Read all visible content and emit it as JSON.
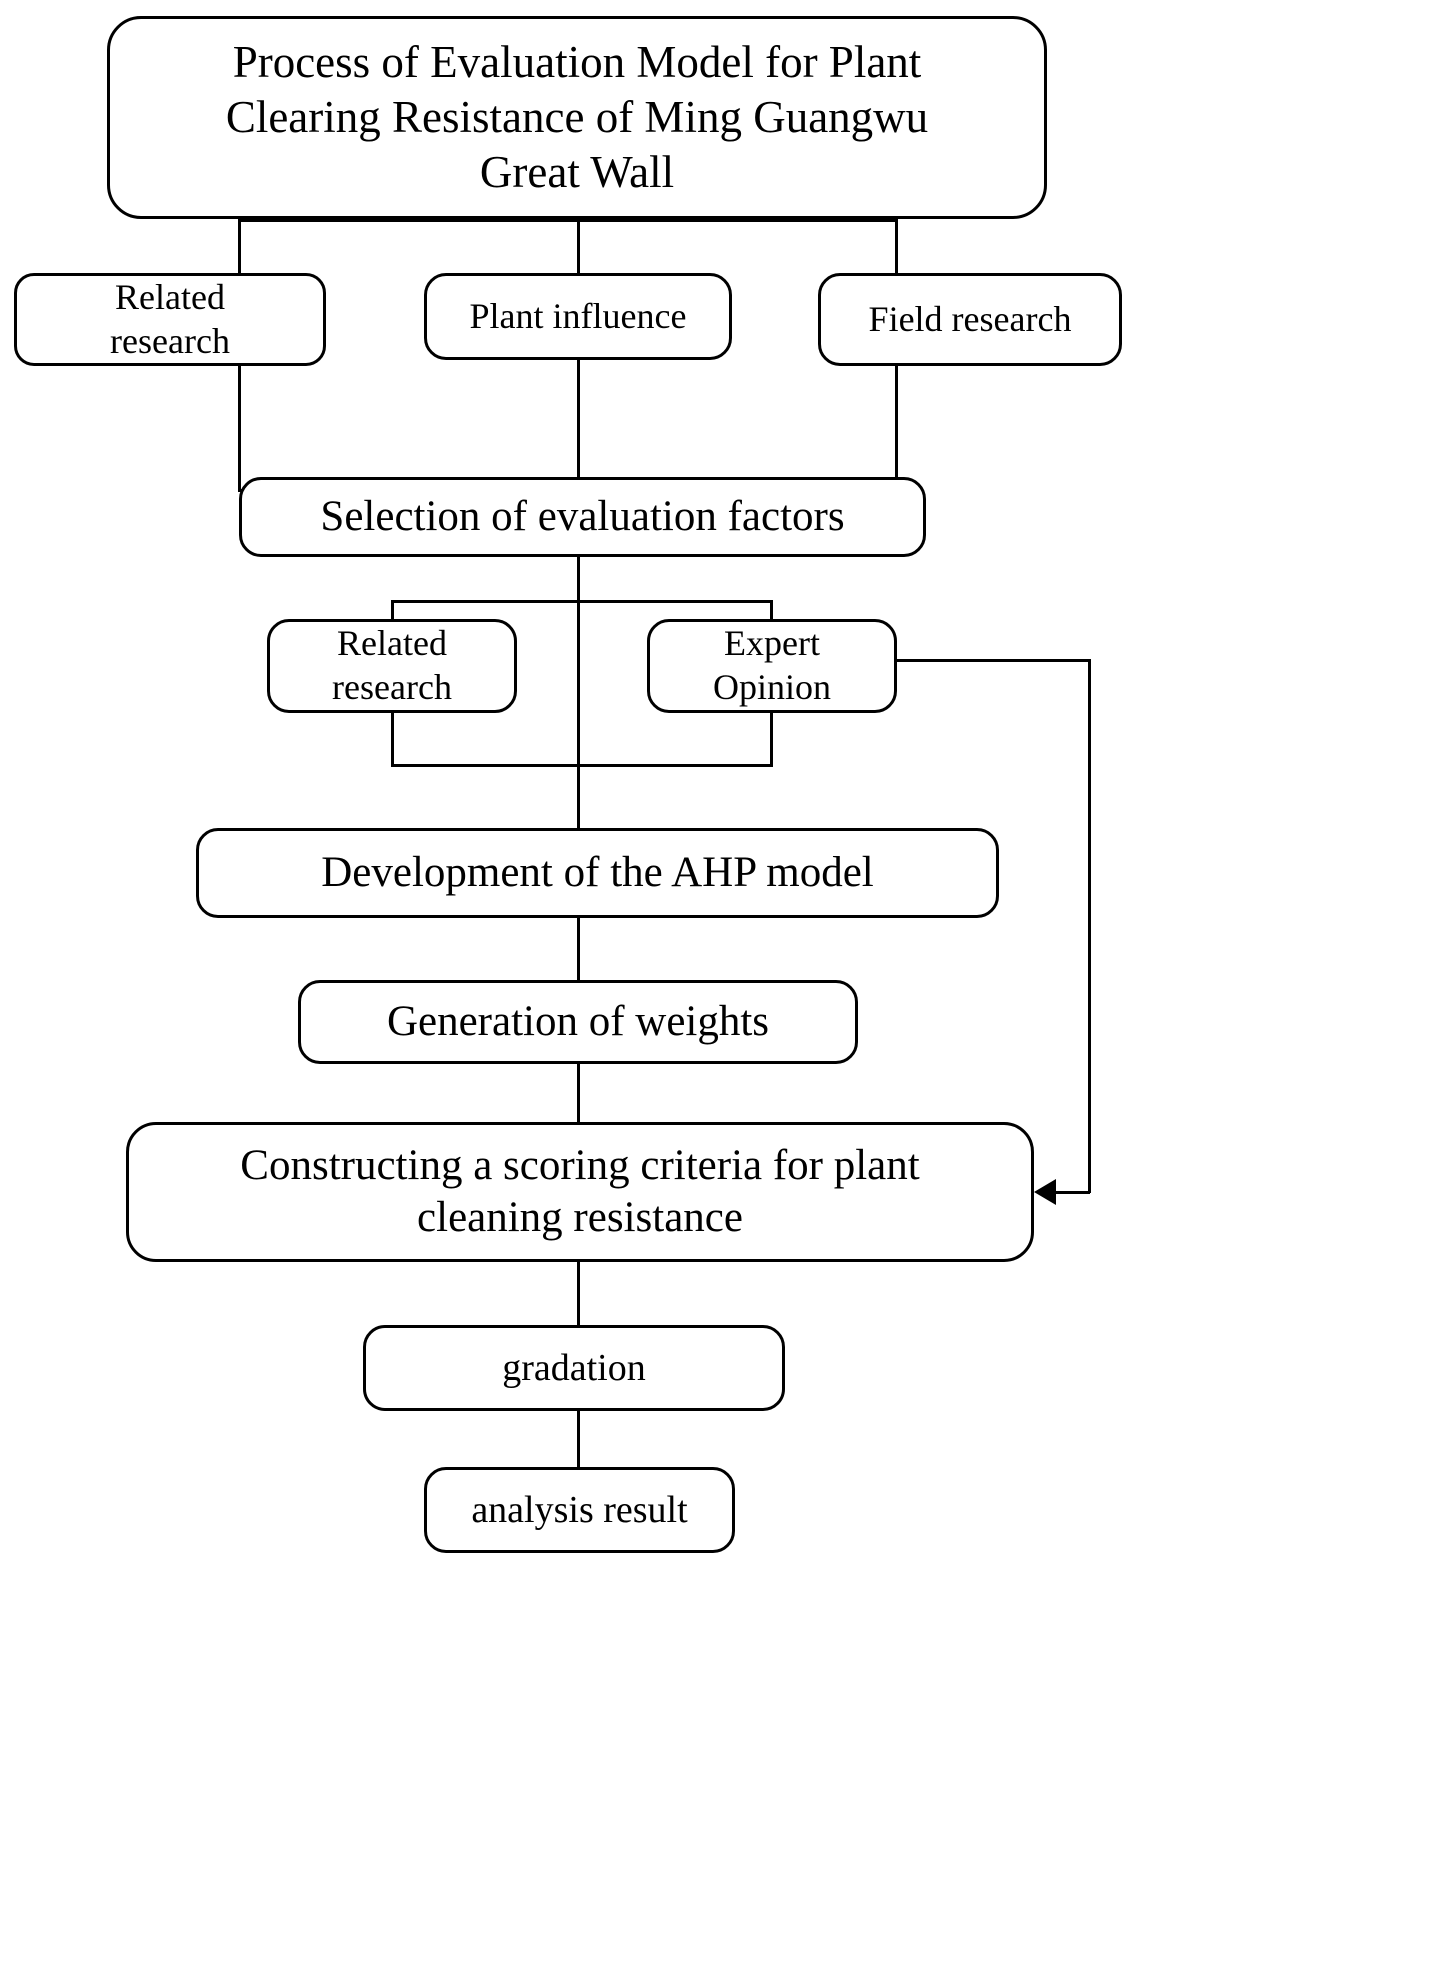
{
  "diagram": {
    "type": "flowchart",
    "title_node": "Process of Evaluation Model for Plant Clearing Resistance of Ming Guangwu Great Wall",
    "nodes": {
      "title": {
        "line1": "Process of Evaluation Model for Plant",
        "line2": "Clearing Resistance of Ming Guangwu",
        "line3": "Great Wall"
      },
      "related_research_1": {
        "line1": "Related",
        "line2": "research"
      },
      "plant_influence": {
        "line1": "Plant influence"
      },
      "field_research": {
        "line1": "Field research"
      },
      "selection": {
        "line1": "Selection of evaluation factors"
      },
      "related_research_2": {
        "line1": "Related",
        "line2": "research"
      },
      "expert_opinion": {
        "line1": "Expert",
        "line2": "Opinion"
      },
      "ahp_model": {
        "line1": "Development of the AHP model"
      },
      "weights": {
        "line1": "Generation of weights"
      },
      "constructing": {
        "line1": "Constructing a scoring criteria for plant",
        "line2": "cleaning resistance"
      },
      "gradation": {
        "line1": "gradation"
      },
      "analysis_result": {
        "line1": "analysis result"
      }
    },
    "edges": [
      {
        "from": "title",
        "to": "related_research_1",
        "style": "orthogonal"
      },
      {
        "from": "title",
        "to": "plant_influence",
        "style": "orthogonal"
      },
      {
        "from": "title",
        "to": "field_research",
        "style": "orthogonal"
      },
      {
        "from": "related_research_1",
        "to": "selection",
        "style": "orthogonal-merge"
      },
      {
        "from": "plant_influence",
        "to": "selection",
        "style": "orthogonal-merge"
      },
      {
        "from": "field_research",
        "to": "selection",
        "style": "orthogonal-merge"
      },
      {
        "from": "selection",
        "to": "related_research_2",
        "style": "orthogonal"
      },
      {
        "from": "selection",
        "to": "expert_opinion",
        "style": "orthogonal"
      },
      {
        "from": "related_research_2",
        "to": "ahp_model",
        "style": "orthogonal-merge"
      },
      {
        "from": "expert_opinion",
        "to": "ahp_model",
        "style": "orthogonal-merge"
      },
      {
        "from": "ahp_model",
        "to": "weights",
        "style": "straight"
      },
      {
        "from": "weights",
        "to": "constructing",
        "style": "straight"
      },
      {
        "from": "expert_opinion",
        "to": "constructing",
        "style": "feedback-loop-right",
        "arrow": true
      },
      {
        "from": "constructing",
        "to": "gradation",
        "style": "straight"
      },
      {
        "from": "gradation",
        "to": "analysis_result",
        "style": "straight"
      }
    ],
    "colors": {
      "stroke": "#000000",
      "fill": "#ffffff",
      "text": "#000000"
    }
  }
}
